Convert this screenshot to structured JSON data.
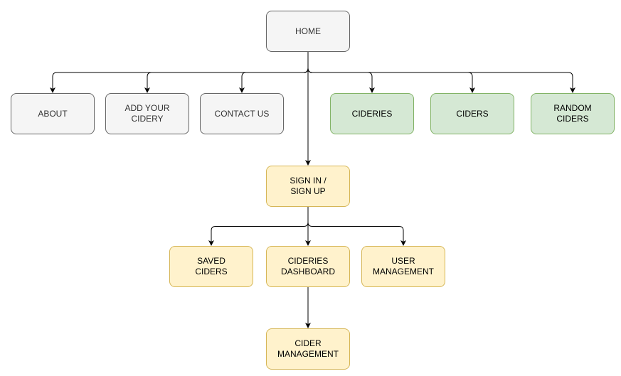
{
  "colors": {
    "gray_fill": "#f5f5f5",
    "gray_stroke": "#666666",
    "green_fill": "#d5e8d4",
    "green_stroke": "#82b366",
    "yellow_fill": "#fff2cc",
    "yellow_stroke": "#d6b656",
    "edge": "#000000"
  },
  "nodes": {
    "home": "HOME",
    "about": "ABOUT",
    "add_your_cidery": "ADD YOUR\nCIDERY",
    "contact_us": "CONTACT US",
    "cideries": "CIDERIES",
    "ciders": "CIDERS",
    "random_ciders": "RANDOM\nCIDERS",
    "sign_in": "SIGN IN /\nSIGN UP",
    "saved_ciders": "SAVED\nCIDERS",
    "cideries_dashboard": "CIDERIES\nDASHBOARD",
    "user_management": "USER\nMANAGEMENT",
    "cider_management": "CIDER\nMANAGEMENT"
  },
  "edges": [
    [
      "home",
      "about"
    ],
    [
      "home",
      "add_your_cidery"
    ],
    [
      "home",
      "contact_us"
    ],
    [
      "home",
      "cideries"
    ],
    [
      "home",
      "ciders"
    ],
    [
      "home",
      "random_ciders"
    ],
    [
      "home",
      "sign_in"
    ],
    [
      "sign_in",
      "saved_ciders"
    ],
    [
      "sign_in",
      "cideries_dashboard"
    ],
    [
      "sign_in",
      "user_management"
    ],
    [
      "cideries_dashboard",
      "cider_management"
    ]
  ]
}
